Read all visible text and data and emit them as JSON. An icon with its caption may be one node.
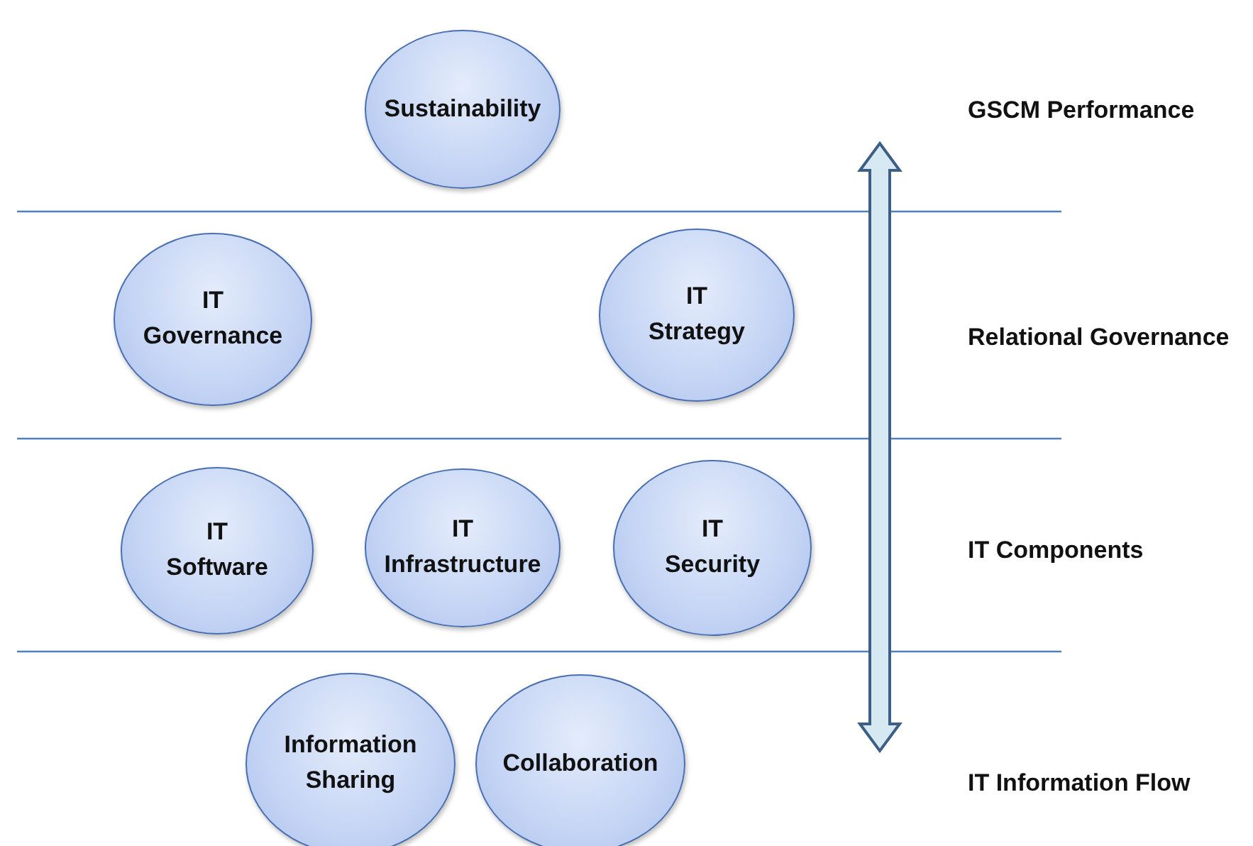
{
  "diagram": {
    "nodes": [
      {
        "text": [
          "Sustainability"
        ]
      },
      {
        "text": [
          "IT Governance"
        ]
      },
      {
        "text": [
          "IT Strategy"
        ]
      },
      {
        "text": [
          "IT Software"
        ]
      },
      {
        "text": [
          "IT Infrastructure"
        ]
      },
      {
        "text": [
          "IT Security"
        ]
      },
      {
        "text": [
          "Information Sharing"
        ]
      },
      {
        "text": [
          "Collaboration"
        ]
      }
    ],
    "edges": [],
    "labels": [
      "GSCM Performance",
      "Relational Governance",
      "IT Components",
      "IT Information Flow"
    ]
  }
}
